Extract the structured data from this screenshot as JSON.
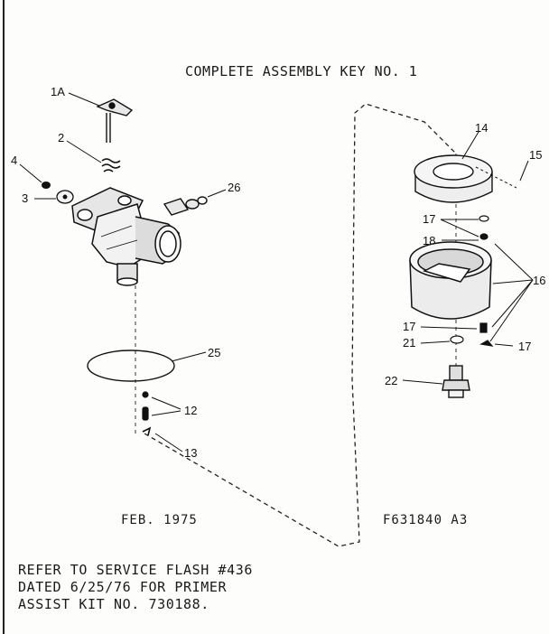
{
  "title": "COMPLETE ASSEMBLY KEY NO. 1",
  "date": "FEB. 1975",
  "part_number": "F631840 A3",
  "note_lines": [
    "REFER TO SERVICE FLASH #436",
    "DATED 6/25/76 FOR PRIMER",
    "ASSIST KIT NO. 730188."
  ],
  "callouts": {
    "c1a": "1A",
    "c2": "2",
    "c3": "3",
    "c4": "4",
    "c26": "26",
    "c25": "25",
    "c12": "12",
    "c13": "13",
    "c14": "14",
    "c15": "15",
    "c17a": "17",
    "c18": "18",
    "c16": "16",
    "c17b": "17",
    "c21": "21",
    "c17c": "17",
    "c22": "22"
  }
}
